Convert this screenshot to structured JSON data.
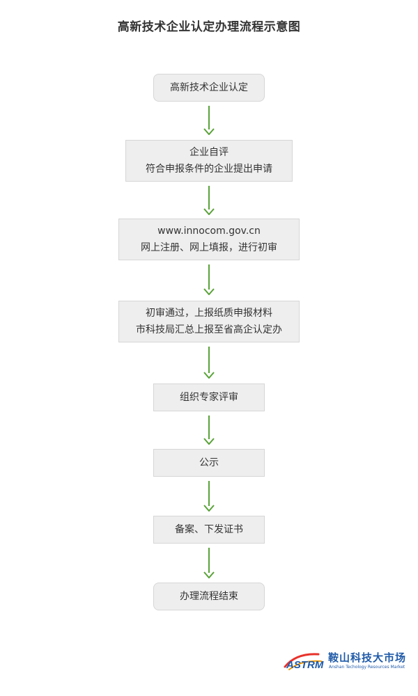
{
  "title": "高新技术企业认定办理流程示意图",
  "colors": {
    "node_fill": "#eeeeee",
    "node_border": "#d6d6d6",
    "arrow": "#58a237",
    "logo_blue": "#1f5aa8",
    "logo_red": "#e8322b",
    "logo_orange": "#f39800"
  },
  "flow": {
    "steps": [
      {
        "id": "start",
        "lines": [
          "高新技术企业认定"
        ]
      },
      {
        "id": "self-assessment",
        "lines": [
          "企业自评",
          "符合申报条件的企业提出申请"
        ]
      },
      {
        "id": "online-register",
        "lines": [
          "www.innocom.gov.cn",
          "网上注册、网上填报，进行初审"
        ]
      },
      {
        "id": "paper-submit",
        "lines": [
          "初审通过，上报纸质申报材料",
          "市科技局汇总上报至省高企认定办"
        ]
      },
      {
        "id": "expert-review",
        "lines": [
          "组织专家评审"
        ]
      },
      {
        "id": "publicity",
        "lines": [
          "公示"
        ]
      },
      {
        "id": "filing-certificate",
        "lines": [
          "备案、下发证书"
        ]
      },
      {
        "id": "end",
        "lines": [
          "办理流程结束"
        ]
      }
    ]
  },
  "logo": {
    "mark_text": "ASTRM",
    "name": "鞍山科技大市场",
    "subtitle": "Anshan Techology Resources Market"
  }
}
